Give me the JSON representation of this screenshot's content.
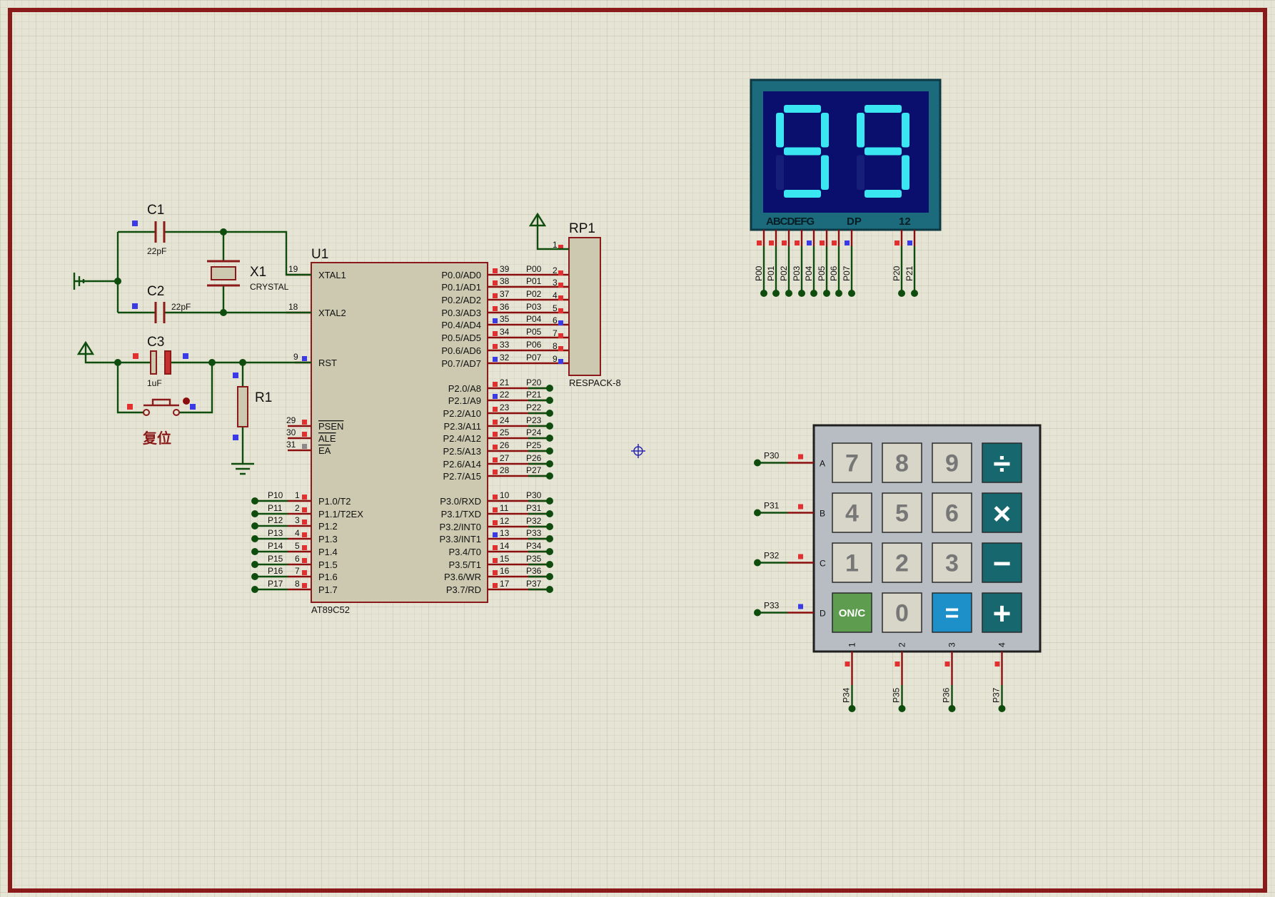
{
  "colors": {
    "grid_bg": "#e6e4d4",
    "grid_line": "#cfccb6",
    "border": "#8b1a1a",
    "component_fill": "#ccc9b0",
    "component_stroke": "#8b1a1a",
    "wire": "#0f4d0f",
    "display_frame": "#1b6b7d",
    "display_bg": "#0a0f6e",
    "segment_on": "#39e6f2",
    "keypad_frame": "#b7bdc3",
    "key_digit": "#d8d6c8",
    "key_op": "#17686e",
    "key_on": "#5e9d4f",
    "key_eq": "#1d8fc9",
    "pin_red": "#e23030",
    "pin_blue": "#3a3ae6"
  },
  "u1": {
    "ref": "U1",
    "part": "AT89C52",
    "left_pins": [
      {
        "num": "19",
        "name": "XTAL1"
      },
      {
        "num": "18",
        "name": "XTAL2"
      },
      {
        "num": "9",
        "name": "RST"
      },
      {
        "num": "29",
        "name": "PSEN"
      },
      {
        "num": "30",
        "name": "ALE"
      },
      {
        "num": "31",
        "name": "EA"
      },
      {
        "num": "1",
        "name": "P1.0/T2",
        "net": "P10"
      },
      {
        "num": "2",
        "name": "P1.1/T2EX",
        "net": "P11"
      },
      {
        "num": "3",
        "name": "P1.2",
        "net": "P12"
      },
      {
        "num": "4",
        "name": "P1.3",
        "net": "P13"
      },
      {
        "num": "5",
        "name": "P1.4",
        "net": "P14"
      },
      {
        "num": "6",
        "name": "P1.5",
        "net": "P15"
      },
      {
        "num": "7",
        "name": "P1.6",
        "net": "P16"
      },
      {
        "num": "8",
        "name": "P1.7",
        "net": "P17"
      }
    ],
    "right_pins": [
      {
        "num": "39",
        "name": "P0.0/AD0",
        "net": "P00"
      },
      {
        "num": "38",
        "name": "P0.1/AD1",
        "net": "P01"
      },
      {
        "num": "37",
        "name": "P0.2/AD2",
        "net": "P02"
      },
      {
        "num": "36",
        "name": "P0.3/AD3",
        "net": "P03"
      },
      {
        "num": "35",
        "name": "P0.4/AD4",
        "net": "P04"
      },
      {
        "num": "34",
        "name": "P0.5/AD5",
        "net": "P05"
      },
      {
        "num": "33",
        "name": "P0.6/AD6",
        "net": "P06"
      },
      {
        "num": "32",
        "name": "P0.7/AD7",
        "net": "P07"
      },
      {
        "num": "21",
        "name": "P2.0/A8",
        "net": "P20"
      },
      {
        "num": "22",
        "name": "P2.1/A9",
        "net": "P21"
      },
      {
        "num": "23",
        "name": "P2.2/A10",
        "net": "P22"
      },
      {
        "num": "24",
        "name": "P2.3/A11",
        "net": "P23"
      },
      {
        "num": "25",
        "name": "P2.4/A12",
        "net": "P24"
      },
      {
        "num": "26",
        "name": "P2.5/A13",
        "net": "P25"
      },
      {
        "num": "27",
        "name": "P2.6/A14",
        "net": "P26"
      },
      {
        "num": "28",
        "name": "P2.7/A15",
        "net": "P27"
      },
      {
        "num": "10",
        "name": "P3.0/RXD",
        "net": "P30"
      },
      {
        "num": "11",
        "name": "P3.1/TXD",
        "net": "P31"
      },
      {
        "num": "12",
        "name": "P3.2/INT0",
        "net": "P32"
      },
      {
        "num": "13",
        "name": "P3.3/INT1",
        "net": "P33"
      },
      {
        "num": "14",
        "name": "P3.4/T0",
        "net": "P34"
      },
      {
        "num": "15",
        "name": "P3.5/T1",
        "net": "P35"
      },
      {
        "num": "16",
        "name": "P3.6/WR",
        "net": "P36"
      },
      {
        "num": "17",
        "name": "P3.7/RD",
        "net": "P37"
      }
    ]
  },
  "rp1": {
    "ref": "RP1",
    "part": "RESPACK-8",
    "pins": [
      "1",
      "2",
      "3",
      "4",
      "5",
      "6",
      "7",
      "8",
      "9"
    ]
  },
  "c1": {
    "ref": "C1",
    "value": "22pF"
  },
  "c2": {
    "ref": "C2",
    "value": "22pF"
  },
  "c3": {
    "ref": "C3",
    "value": "1uF"
  },
  "x1": {
    "ref": "X1",
    "part": "CRYSTAL"
  },
  "r1": {
    "ref": "R1"
  },
  "reset_button": {
    "label": "复位"
  },
  "display": {
    "digits": "99",
    "segment_label": "ABCDEFG",
    "dp_label": "DP",
    "digit_label": "12",
    "nets": [
      "P00",
      "P01",
      "P02",
      "P03",
      "P04",
      "P05",
      "P06",
      "P07",
      "P20",
      "P21"
    ]
  },
  "keypad": {
    "rows": [
      "A",
      "B",
      "C",
      "D"
    ],
    "cols": [
      "1",
      "2",
      "3",
      "4"
    ],
    "row_nets": [
      "P30",
      "P31",
      "P32",
      "P33"
    ],
    "col_nets": [
      "P34",
      "P35",
      "P36",
      "P37"
    ],
    "keys": [
      [
        "7",
        "8",
        "9",
        "÷"
      ],
      [
        "4",
        "5",
        "6",
        "×"
      ],
      [
        "1",
        "2",
        "3",
        "−"
      ],
      [
        "ON/C",
        "0",
        "=",
        "+"
      ]
    ]
  }
}
